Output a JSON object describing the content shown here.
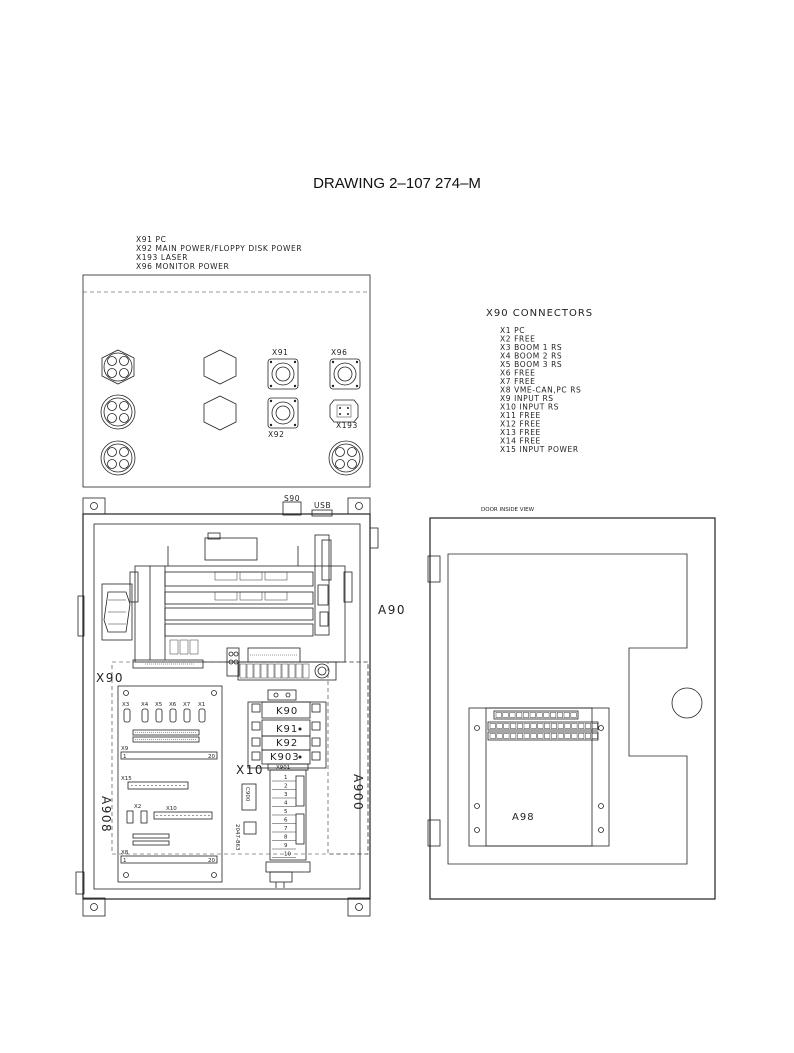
{
  "title": "DRAWING 2–107 274–M",
  "top_legend": [
    "X91  PC",
    "X92  MAIN POWER/FLOPPY DISK POWER",
    "X193  LASER",
    "X96  MONITOR POWER"
  ],
  "top_box_labels": {
    "x91": "X91",
    "x96": "X96",
    "x92": "X92",
    "x193": "X193"
  },
  "connectors_title": "X90  CONNECTORS",
  "connectors": [
    "X1  PC",
    "X2  FREE",
    "X3  BOOM 1 RS",
    "X4  BOOM 2 RS",
    "X5  BOOM 3 RS",
    "X6  FREE",
    "X7  FREE",
    "X8  VME-CAN,PC RS",
    "X9  INPUT RS",
    "X10  INPUT RS",
    "X11  FREE",
    "X12  FREE",
    "X13  FREE",
    "X14  FREE",
    "X15  INPUT POWER"
  ],
  "cabinet_labels": {
    "s90": "S90",
    "usb": "USB",
    "a90": "A90",
    "x90": "X90",
    "a908": "A908",
    "a900": "A900",
    "x10": "X10",
    "k90": "K90",
    "k91": "K91",
    "k92": "K92",
    "k903": "K903",
    "x901": "X901"
  },
  "board_small": {
    "x3": "X3",
    "x4": "X4",
    "x5": "X5",
    "x6": "X6",
    "x7": "X7",
    "x1": "X1",
    "x9": "X9",
    "x15": "X15",
    "x2": "X2",
    "x10": "X10",
    "x8": "X8",
    "n1a": "1",
    "n20a": "20",
    "n1b": "1",
    "n20b": "20",
    "c900": "C900",
    "serial": "2047-863"
  },
  "door_title": "DOOR INSIDE VIEW",
  "door_label": "A98",
  "terminal_numbers": [
    "1",
    "2",
    "3",
    "4",
    "5",
    "6",
    "7",
    "8",
    "9",
    "10"
  ],
  "colors": {
    "line": "#222222",
    "background": "#ffffff"
  }
}
